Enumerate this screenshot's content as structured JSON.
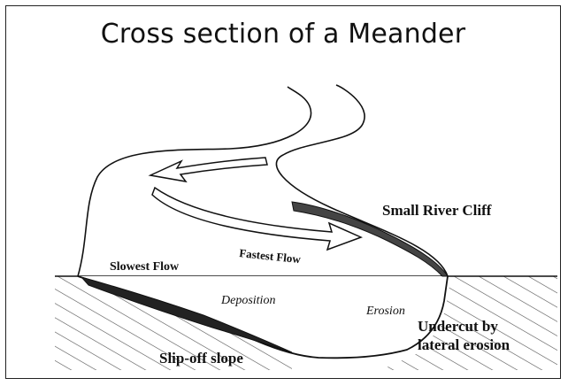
{
  "title": "Cross section of a Meander",
  "labels": {
    "small_river_cliff": "Small River Cliff",
    "fastest_flow": "Fastest Flow",
    "slowest_flow": "Slowest Flow",
    "deposition": "Deposition",
    "erosion": "Erosion",
    "undercut_line1": "Undercut by",
    "undercut_line2": "lateral erosion",
    "slip_off_slope": "Slip-off slope"
  }
}
